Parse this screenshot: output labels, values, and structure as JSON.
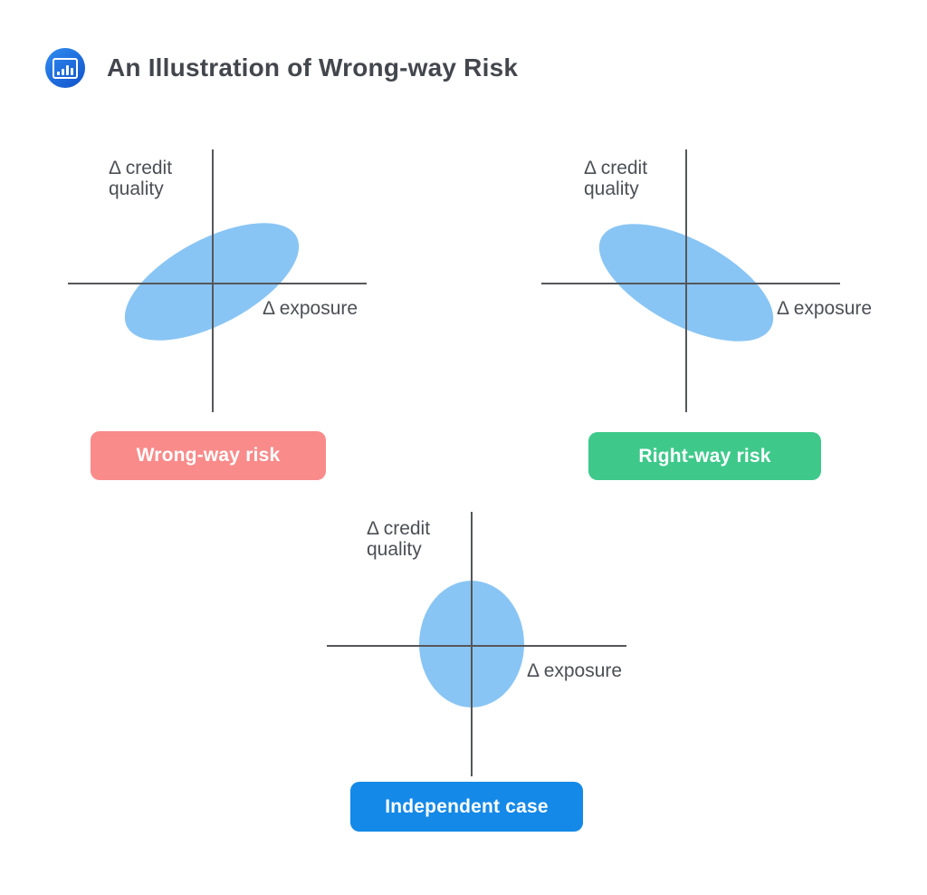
{
  "header": {
    "title": "An Illustration of Wrong-way Risk",
    "icon": "bar-chart-icon"
  },
  "axis_labels": {
    "credit_line1": "Δ credit",
    "credit_line2": "quality",
    "exposure": "Δ exposure"
  },
  "panels": {
    "wrong_way": {
      "badge_label": "Wrong-way risk",
      "badge_color": "#F98B8B",
      "ellipse_orientation": "positive-correlation (upward tilted ellipse)"
    },
    "right_way": {
      "badge_label": "Right-way risk",
      "badge_color": "#3EC98B",
      "ellipse_orientation": "negative-correlation (downward tilted ellipse)"
    },
    "independent": {
      "badge_label": "Independent case",
      "badge_color": "#1489E8",
      "ellipse_orientation": "no-correlation (upright ellipse)"
    }
  },
  "colors": {
    "ellipse_fill": "#89C5F4",
    "axis_line": "#56575A",
    "title_text": "#43474D",
    "label_text": "#4C4F54",
    "badge_text": "#FFFFFF",
    "icon_blue": "#1C6CE0"
  }
}
